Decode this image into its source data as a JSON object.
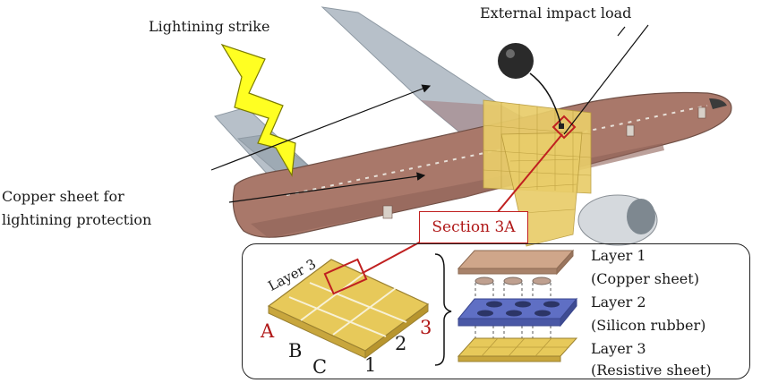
{
  "labels": {
    "lightning_strike": "Lightining strike",
    "external_impact": "External impact load",
    "copper_line1": "Copper sheet for",
    "copper_line2": "lightining protection",
    "section": "Section 3A",
    "layer3_grid": "Layer 3",
    "layer1_title": "Layer 1",
    "layer1_desc": "(Copper sheet)",
    "layer2_title": "Layer 2",
    "layer2_desc": "(Silicon rubber)",
    "layer3_title": "Layer 3",
    "layer3_desc": "(Resistive sheet)"
  },
  "grid": {
    "rows": [
      "A",
      "B",
      "C"
    ],
    "cols": [
      "1",
      "2",
      "3"
    ]
  },
  "colors": {
    "fuselage": "#a9786a",
    "wing": "#b5bfc8",
    "highlight_panel": "#e9cd6a",
    "lightning": "#ffff22",
    "accent_red": "#b01818",
    "copper_layer": "#cfa68a",
    "rubber_layer": "#5f6fc4",
    "resistive_layer": "#e7c95a"
  },
  "icons": [
    "lightning-bolt-icon",
    "impact-ball-icon",
    "airplane-icon"
  ]
}
